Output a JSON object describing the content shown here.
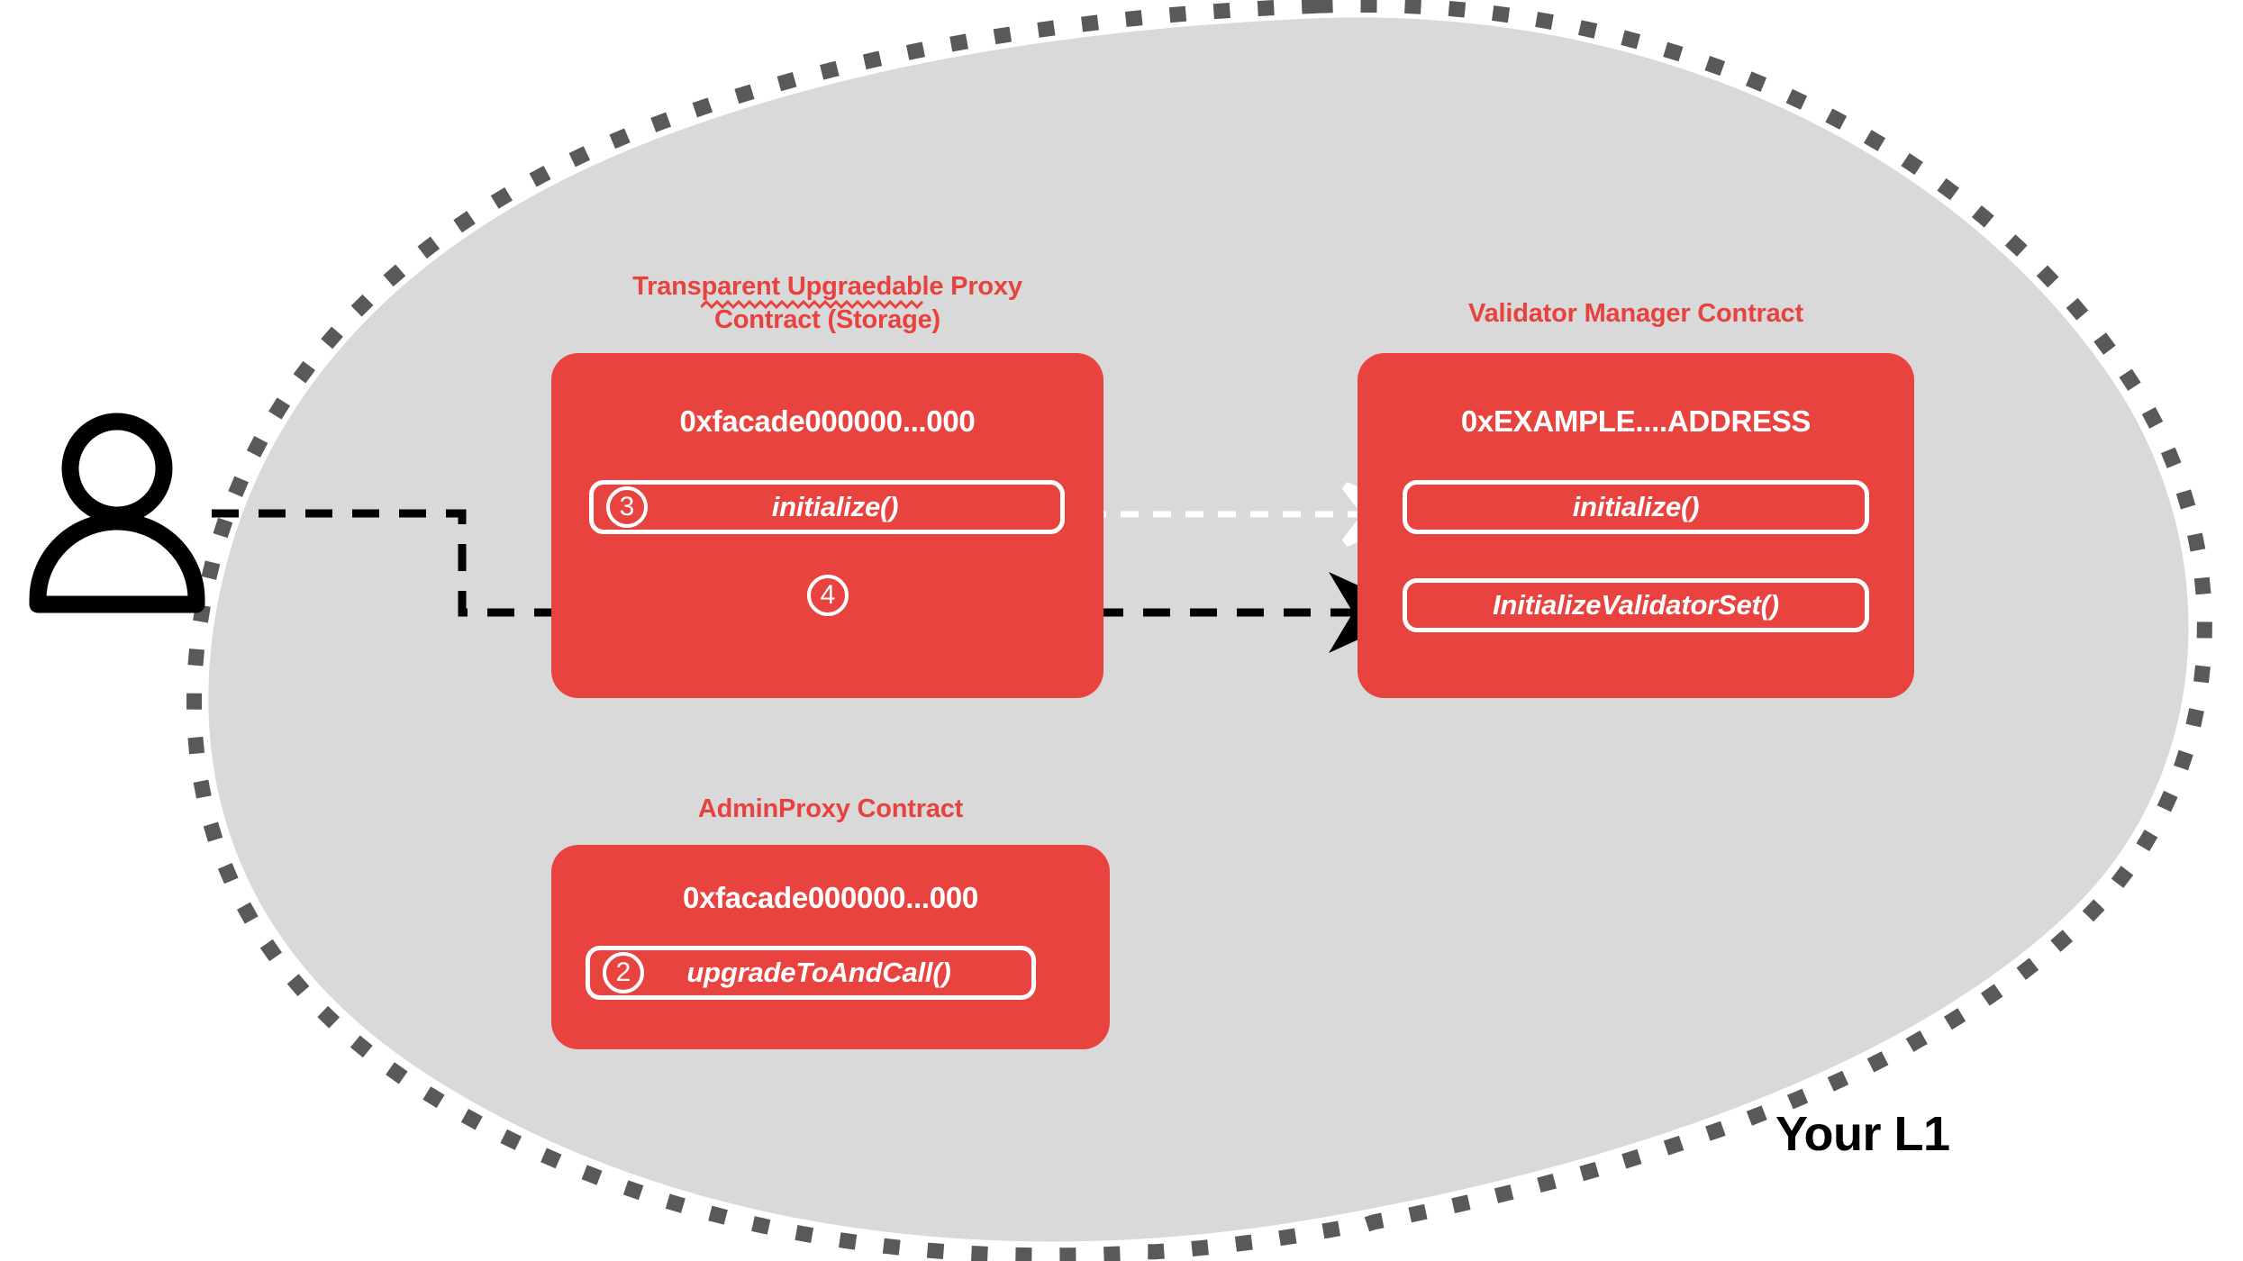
{
  "diagram": {
    "environment_label": "Your L1",
    "actor": {
      "icon": "person-icon"
    },
    "colors": {
      "contract_red": "#E8433F",
      "blob_fill": "#D9D9D9",
      "blob_border": "#595959",
      "text_white": "#FFFFFF",
      "text_black": "#000000"
    },
    "contracts": [
      {
        "id": "transparent-proxy",
        "title": "Transparent Upgraedable Proxy\nContract (Storage)",
        "address": "0xfacade000000...000",
        "functions": [
          {
            "step": "3",
            "name": "initialize()"
          }
        ],
        "extra_step_badge": "4"
      },
      {
        "id": "validator-manager",
        "title": "Validator Manager Contract",
        "address": "0xEXAMPLE....ADDRESS",
        "functions": [
          {
            "step": "",
            "name": "initialize()"
          },
          {
            "step": "",
            "name": "InitializeValidatorSet()"
          }
        ]
      },
      {
        "id": "admin-proxy",
        "title": "AdminProxy  Contract",
        "address": "0xfacade000000...000",
        "functions": [
          {
            "step": "2",
            "name": "upgradeToAndCall()"
          }
        ]
      }
    ],
    "connections": [
      {
        "id": "user-to-initialize-validator-set",
        "style": "dashed-black",
        "from": "user",
        "to": "validator-manager.InitializeValidatorSet()"
      },
      {
        "id": "proxy-initialize-to-manager-initialize",
        "style": "dashed-white",
        "from": "transparent-proxy.initialize()",
        "to": "validator-manager.initialize()"
      }
    ]
  }
}
